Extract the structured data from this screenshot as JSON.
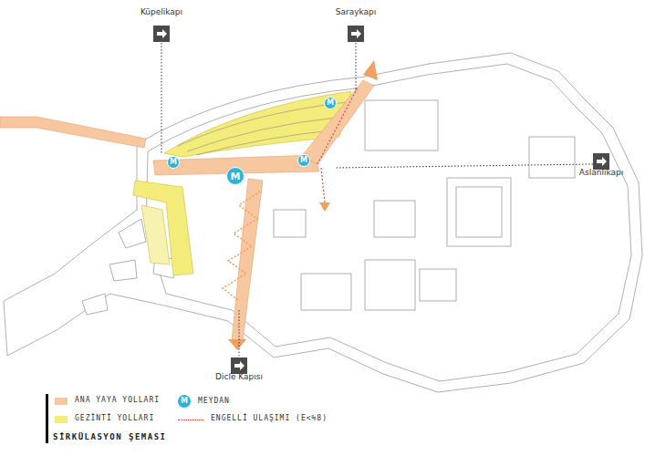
{
  "diagram": {
    "caption": "SİRKÜLASYON ŞEMASI",
    "nodes": [
      {
        "text": [
          "M"
        ]
      },
      {
        "text": [
          "M"
        ]
      },
      {
        "text": [
          "M"
        ]
      },
      {
        "text": [
          "M"
        ]
      }
    ],
    "labels": [
      "Küpelikapı",
      "Saraykapı",
      "Aslanlıkapı",
      "Dicle Kapısı",
      "M"
    ],
    "legend": [
      {
        "text": "ANA YAYA YOLLARI",
        "color": "#f7c8a0"
      },
      {
        "text": "GEZİNTİ YOLLARI",
        "color": "#f4ec7a"
      },
      {
        "text": "MEYDAN"
      },
      {
        "text": "ENGELLİ ULAŞIMI (E<%8)"
      }
    ]
  }
}
